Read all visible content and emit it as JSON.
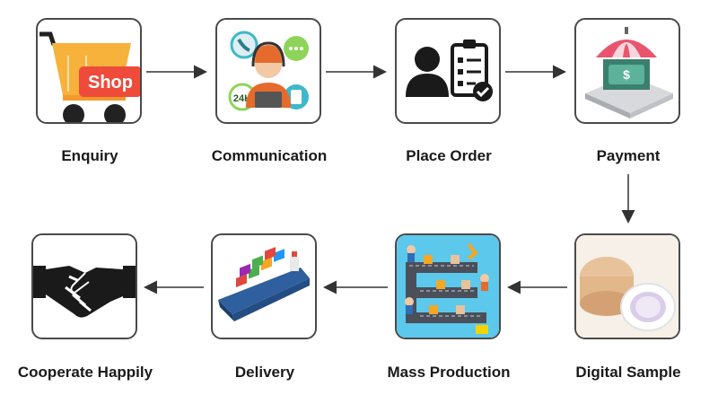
{
  "steps": [
    {
      "id": "enquiry",
      "label": "Enquiry",
      "icon": "shopping-cart-icon",
      "badge": "Shop"
    },
    {
      "id": "communication",
      "label": "Communication",
      "icon": "customer-service-icon",
      "badge": "24H"
    },
    {
      "id": "place-order",
      "label": "Place Order",
      "icon": "user-checklist-icon"
    },
    {
      "id": "payment",
      "label": "Payment",
      "icon": "money-store-icon",
      "badge": "$"
    },
    {
      "id": "digital-sample",
      "label": "Digital Sample",
      "icon": "paper-tube-icon"
    },
    {
      "id": "mass-production",
      "label": "Mass Production",
      "icon": "factory-assembly-icon"
    },
    {
      "id": "delivery",
      "label": "Delivery",
      "icon": "cargo-ship-icon"
    },
    {
      "id": "cooperate-happily",
      "label": "Cooperate Happily",
      "icon": "handshake-icon"
    }
  ],
  "colors": {
    "border": "#4a4a4a",
    "arrow": "#333333",
    "cart_orange": "#f7b23b",
    "shop_red": "#ee4b3a",
    "teal": "#3fb8c8",
    "production_bg": "#5bc8ec",
    "tube_tan": "#e8c29a"
  }
}
